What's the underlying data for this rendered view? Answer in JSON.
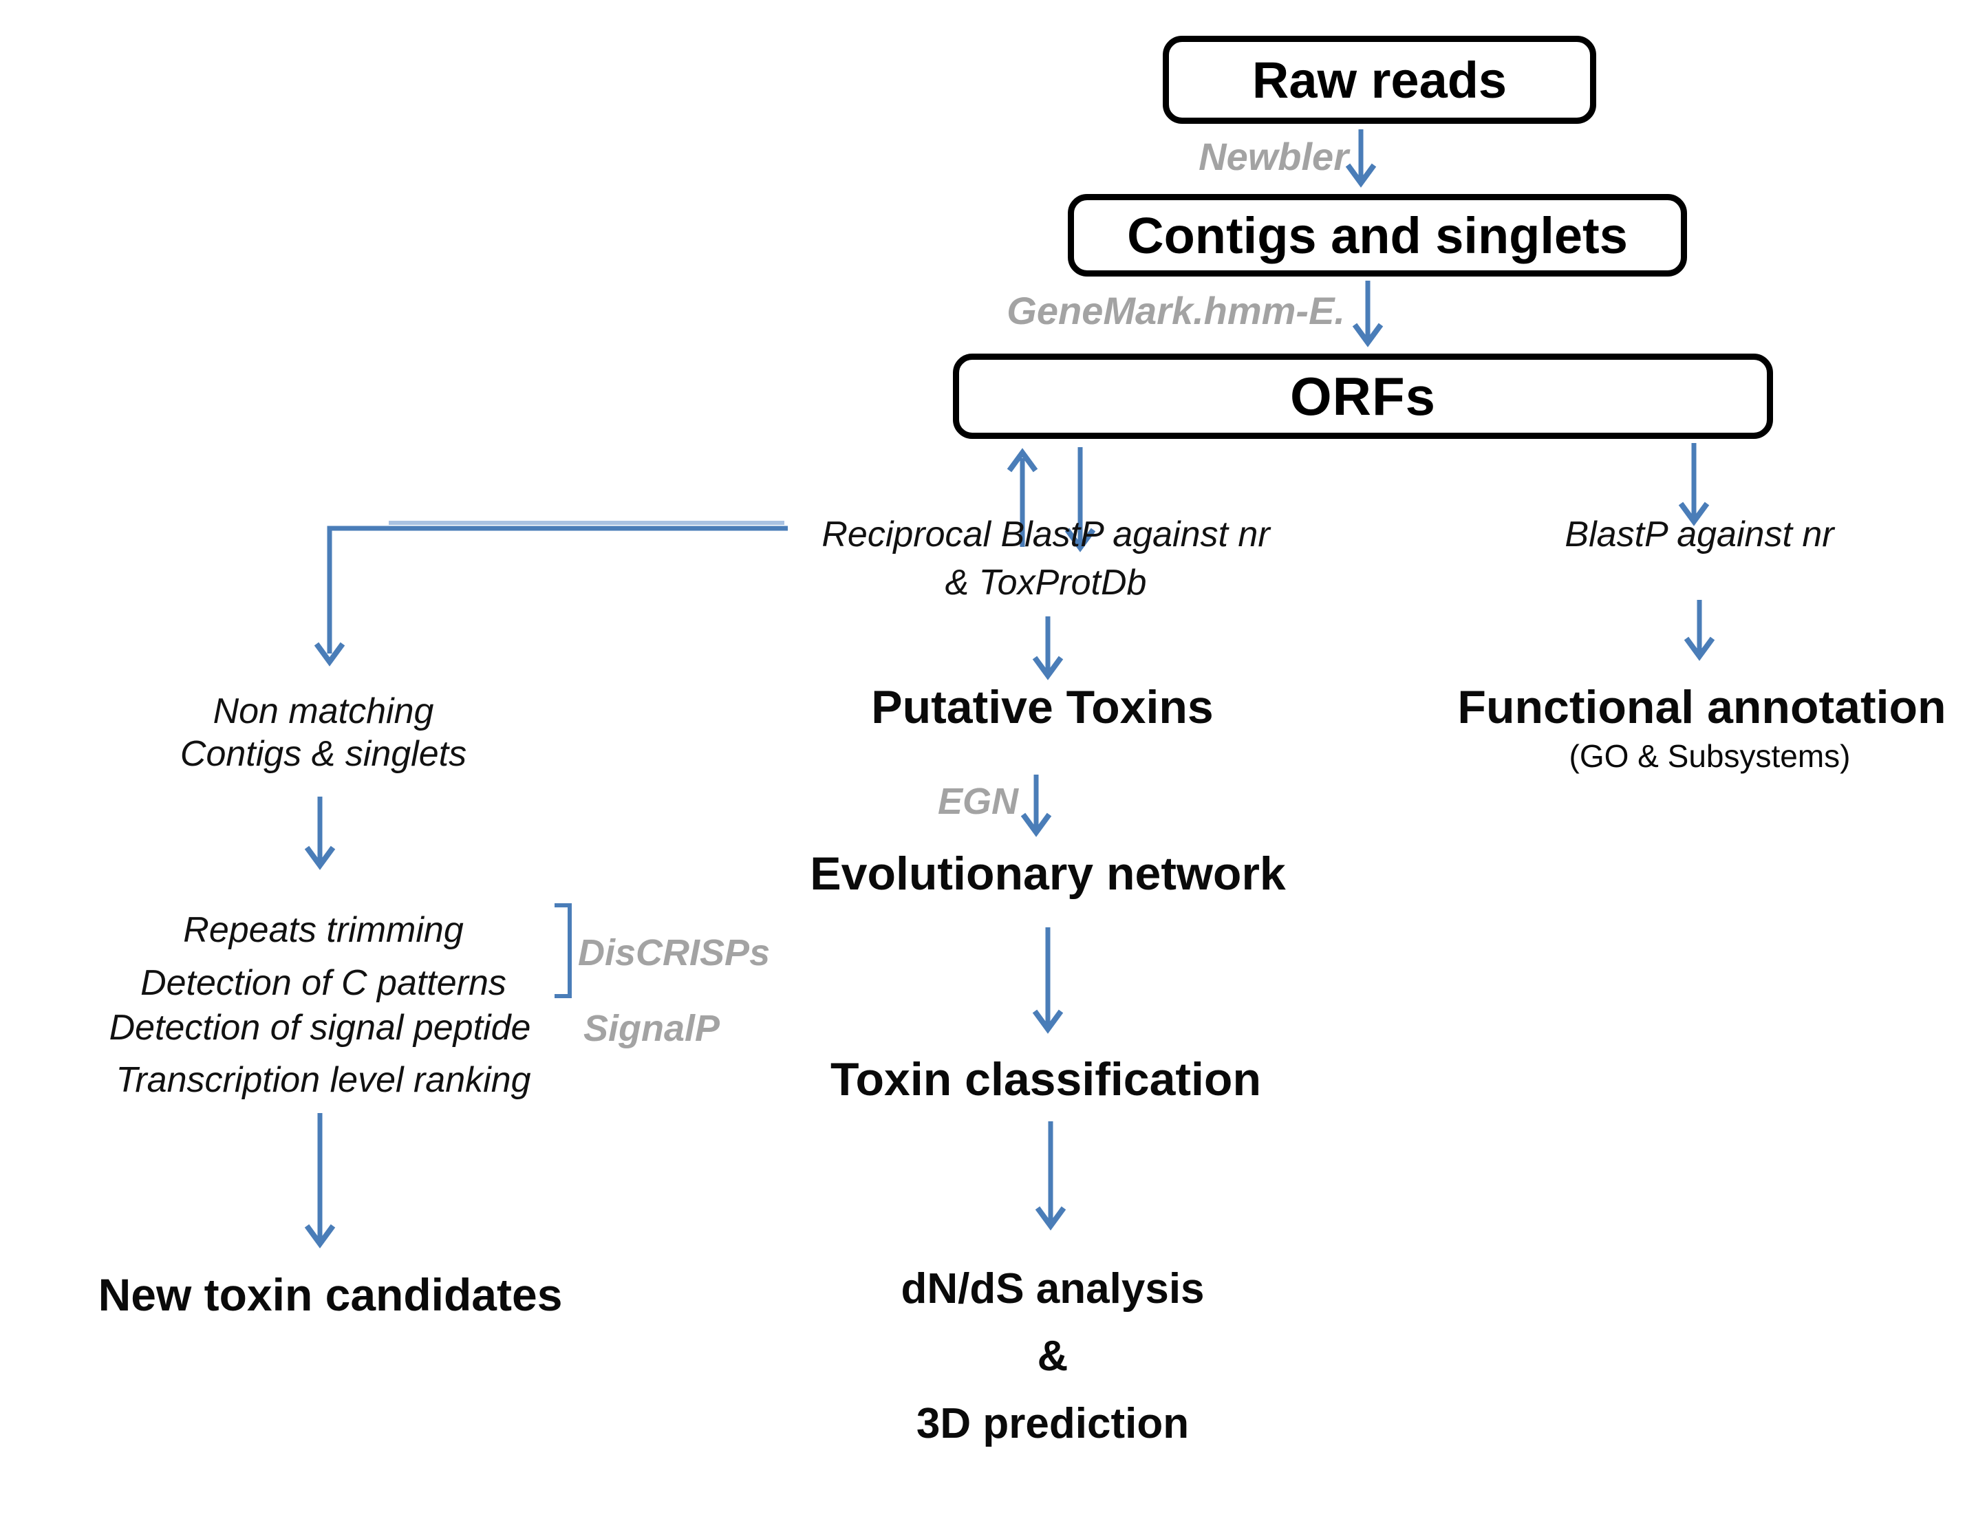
{
  "colors": {
    "arrow_blue": "#4a7db8",
    "arrow_blue_light": "#a9c2e2",
    "tool_gray": "#a3a3a3",
    "text_black": "#111111",
    "box_border": "#000000",
    "box_fill": "#ffffff",
    "background": "#ffffff"
  },
  "boxes": {
    "raw_reads": "Raw reads",
    "contigs": "Contigs and singlets",
    "orfs": "ORFs"
  },
  "tools": {
    "newbler": "Newbler",
    "genemark": "GeneMark.hmm-E.",
    "egn": "EGN",
    "discrisps": "DisCRISPs",
    "signalp": "SignalP"
  },
  "center": {
    "reciprocal_line1": "Reciprocal BlastP against nr",
    "reciprocal_line2": "& ToxProtDb",
    "putative_toxins": "Putative Toxins",
    "evolutionary_network": "Evolutionary network",
    "toxin_classification": "Toxin classification",
    "dnds_line1": "dN/dS analysis",
    "dnds_line2": "&",
    "dnds_line3": "3D prediction"
  },
  "right": {
    "blastp": "BlastP against nr",
    "functional_annotation": "Functional annotation",
    "go_subsystems": "(GO & Subsystems)"
  },
  "left": {
    "nonmatching_line1": "Non matching",
    "nonmatching_line2": "Contigs & singlets",
    "repeats": "Repeats trimming",
    "c_patterns": "Detection of C patterns",
    "signal_peptide": "Detection of signal peptide",
    "transcription": "Transcription level ranking",
    "new_toxins": "New toxin candidates"
  }
}
